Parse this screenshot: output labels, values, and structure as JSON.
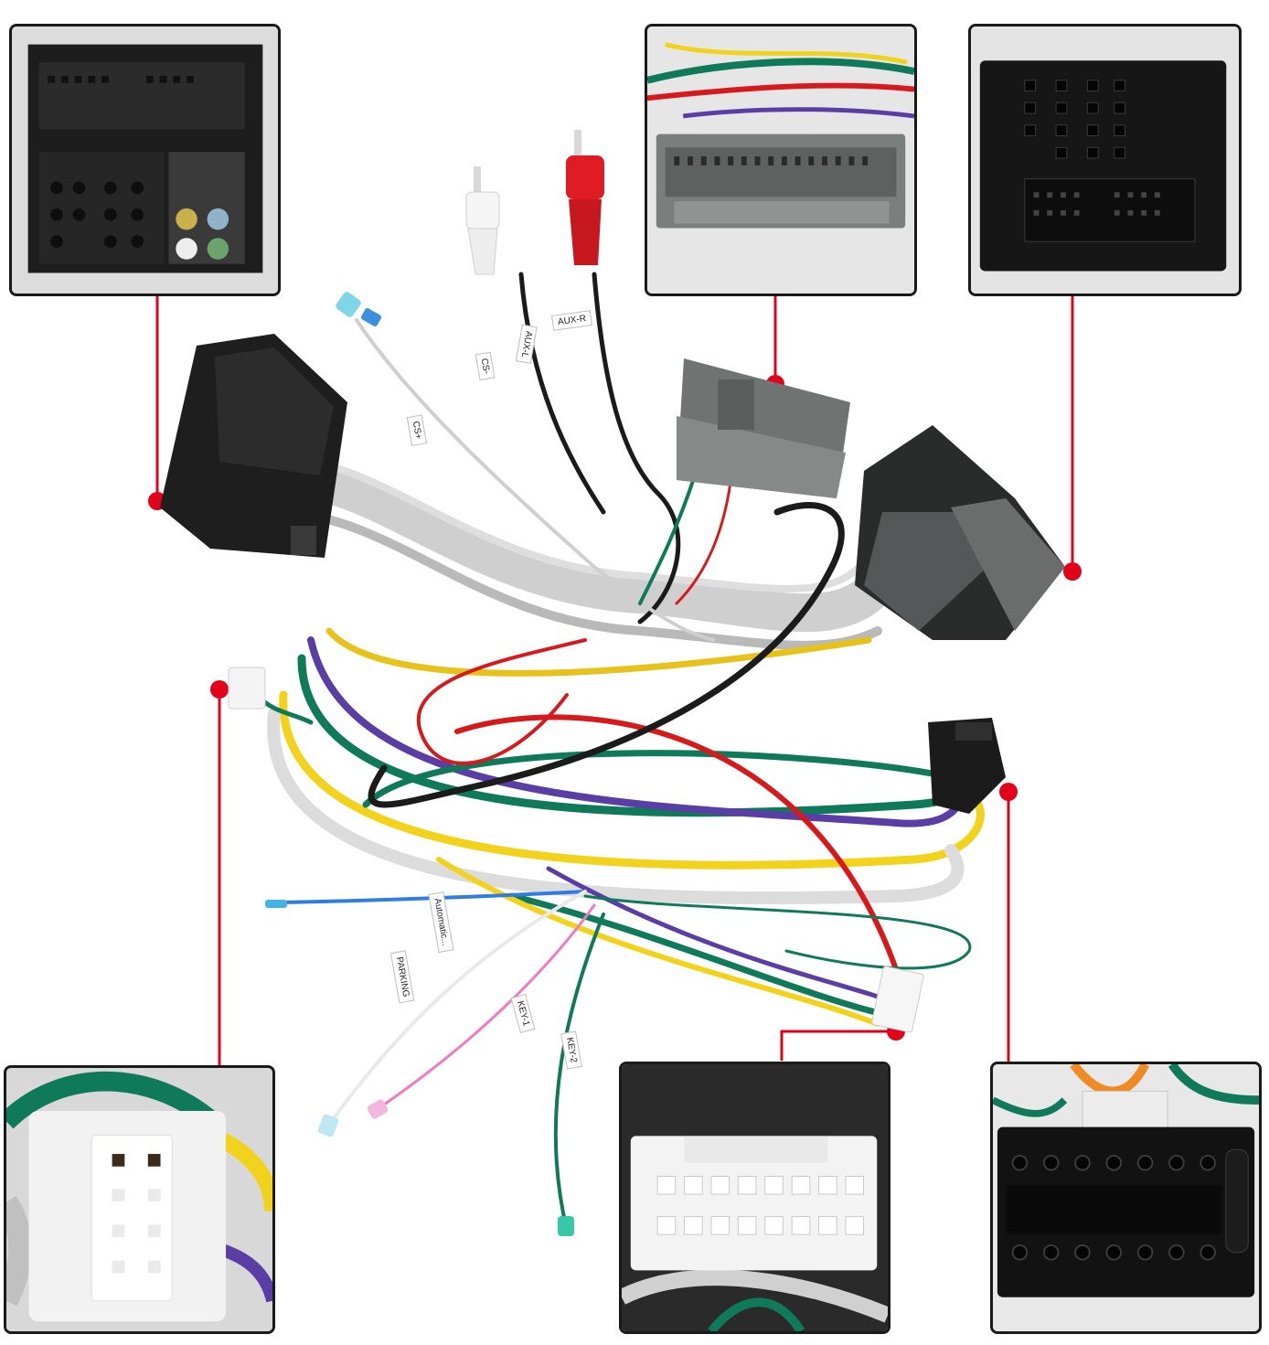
{
  "labels": {
    "aux_r": "AUX-R",
    "aux_l": "AUX-L",
    "cs_minus": "CS-",
    "cs_plus": "CS+",
    "key_1": "KEY-1",
    "key_2": "KEY-2",
    "automatic": "Automatic...",
    "parking": "PARKING"
  },
  "colors": {
    "callout_red": "#e3001b",
    "panel_border": "#1a1a1a",
    "wire_grey": "#cfcfcf",
    "wire_green": "#0f7a5a",
    "wire_yellow": "#f2d21b",
    "wire_purple": "#5b3da6",
    "wire_red": "#d7191c",
    "wire_black": "#1b1b1b",
    "wire_blue": "#2f7de0",
    "wire_pink": "#ef7bc2"
  },
  "panels": [
    {
      "name": "main-quadlock-connector-closeup",
      "icon": "black-connector-icon"
    },
    {
      "name": "grey-oem-connector-closeup",
      "icon": "grey-connector-icon"
    },
    {
      "name": "black-quadlock-female-closeup",
      "icon": "black-connector-icon"
    },
    {
      "name": "white-small-connector-closeup",
      "icon": "white-connector-icon"
    },
    {
      "name": "white-20pin-connector-closeup",
      "icon": "white-connector-icon"
    },
    {
      "name": "black-16pin-connector-closeup",
      "icon": "black-connector-icon"
    }
  ]
}
